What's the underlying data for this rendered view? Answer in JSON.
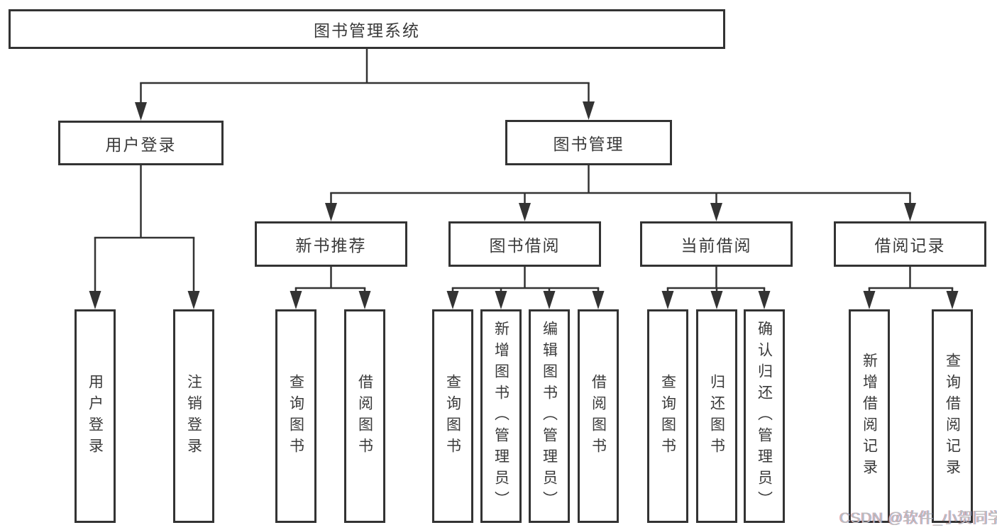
{
  "tree": {
    "root": {
      "label": "图书管理系统",
      "children": [
        {
          "label": "用户登录",
          "children": [
            {
              "label": "用户登录"
            },
            {
              "label": "注销登录"
            }
          ]
        },
        {
          "label": "图书管理",
          "children": [
            {
              "label": "新书推荐",
              "children": [
                {
                  "label": "查询图书"
                },
                {
                  "label": "借阅图书"
                }
              ]
            },
            {
              "label": "图书借阅",
              "children": [
                {
                  "label": "查询图书"
                },
                {
                  "label": "新增图书（管理员）"
                },
                {
                  "label": "编辑图书（管理员）"
                },
                {
                  "label": "借阅图书"
                }
              ]
            },
            {
              "label": "当前借阅",
              "children": [
                {
                  "label": "查询图书"
                },
                {
                  "label": "归还图书"
                },
                {
                  "label": "确认归还（管理员）"
                }
              ]
            },
            {
              "label": "借阅记录",
              "children": [
                {
                  "label": "新增借阅记录"
                },
                {
                  "label": "查询借阅记录"
                }
              ]
            }
          ]
        }
      ]
    }
  },
  "watermark": {
    "text": "CSDN @软件_小贺同学"
  },
  "colors": {
    "line": "#333333",
    "box_border": "#333333",
    "text": "#3a3a3a",
    "background": "#ffffff",
    "watermark": "#bdbdbd"
  }
}
